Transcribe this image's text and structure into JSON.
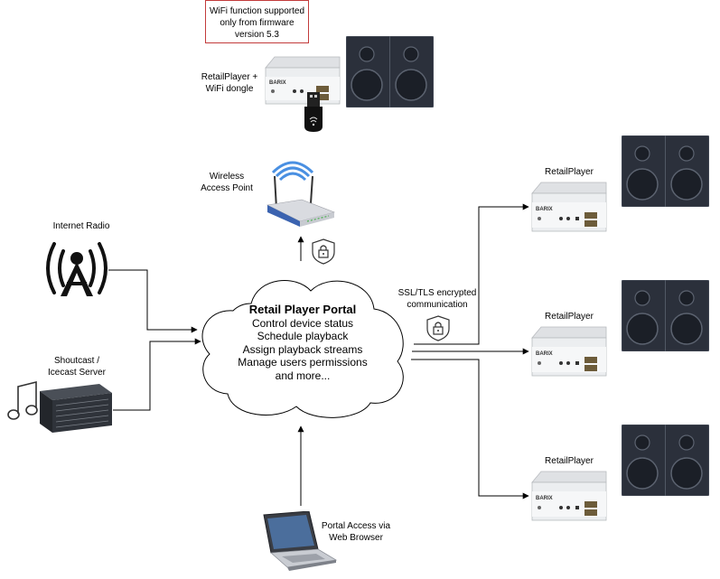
{
  "note": {
    "line1": "WiFi function supported",
    "line2": "only from firmware",
    "line3": "version 5.3"
  },
  "wifi_player": {
    "line1": "RetailPlayer  +",
    "line2": "WiFi dongle"
  },
  "access_point": {
    "line1": "Wireless",
    "line2": "Access Point"
  },
  "internet_radio": {
    "label": "Internet Radio"
  },
  "shoutcast": {
    "line1": "Shoutcast /",
    "line2": "Icecast Server"
  },
  "portal": {
    "title": "Retail Player Portal",
    "lines": [
      "Control device status",
      "Schedule playback",
      "Assign playback streams",
      "Manage users permissions",
      "and more..."
    ]
  },
  "ssl": {
    "line1": "SSL/TLS encrypted",
    "line2": "communication"
  },
  "players": [
    {
      "label": "RetailPlayer"
    },
    {
      "label": "RetailPlayer"
    },
    {
      "label": "RetailPlayer"
    }
  ],
  "web": {
    "line1": "Portal Access via",
    "line2": "Web Browser"
  },
  "device_brand": "BARIX",
  "colors": {
    "speaker": "#2b303b",
    "speaker_dark": "#1b1f27",
    "note_border": "#c23b3b",
    "router_blue": "#3b63b0",
    "wifi_blue": "#4a90e2"
  }
}
